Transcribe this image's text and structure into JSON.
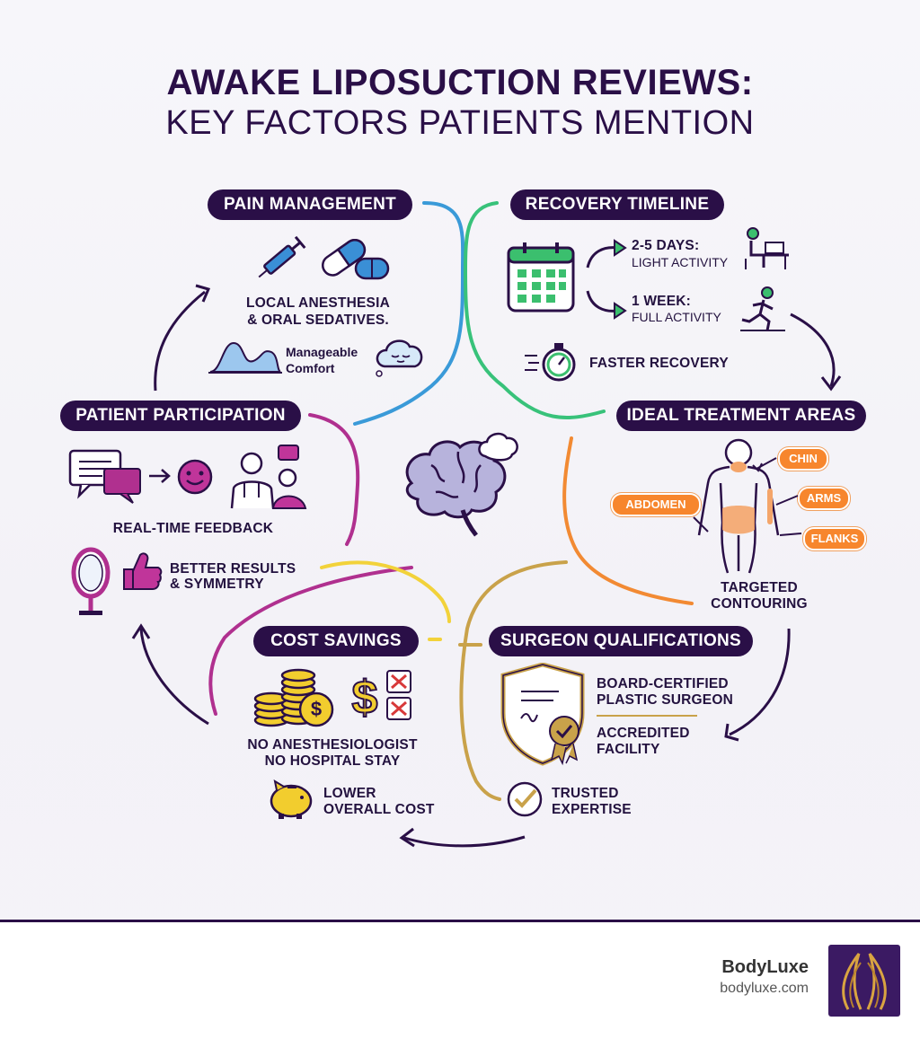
{
  "title": {
    "line1": "AWAKE LIPOSUCTION REVIEWS:",
    "line2": "KEY FACTORS PATIENTS MENTION"
  },
  "pain": {
    "header": "PAIN MANAGEMENT",
    "line1": "LOCAL ANESTHESIA",
    "line2": "& ORAL SEDATIVES.",
    "comfort1": "Manageable",
    "comfort2": "Comfort"
  },
  "recovery": {
    "header": "RECOVERY TIMELINE",
    "step1_title": "2-5 DAYS:",
    "step1_sub": "LIGHT ACTIVITY",
    "step2_title": "1 WEEK:",
    "step2_sub": "FULL ACTIVITY",
    "faster": "FASTER RECOVERY"
  },
  "participation": {
    "header": "PATIENT PARTICIPATION",
    "feedback": "REAL-TIME FEEDBACK",
    "results1": "BETTER RESULTS",
    "results2": "& SYMMETRY"
  },
  "areas": {
    "header": "IDEAL TREATMENT AREAS",
    "chin": "CHIN",
    "arms": "ARMS",
    "abdomen": "ABDOMEN",
    "flanks": "FLANKS",
    "target1": "TARGETED",
    "target2": "CONTOURING"
  },
  "cost": {
    "header": "COST SAVINGS",
    "line1": "NO ANESTHESIOLOGIST",
    "line2": "NO HOSPITAL STAY",
    "lower1": "LOWER",
    "lower2": "OVERALL COST"
  },
  "surgeon": {
    "header": "SURGEON QUALIFICATIONS",
    "board1": "BOARD-CERTIFIED",
    "board2": "PLASTIC SURGEON",
    "acc1": "ACCREDITED",
    "acc2": "FACILITY",
    "trusted1": "TRUSTED",
    "trusted2": "EXPERTISE"
  },
  "footer": {
    "brand": "BodyLuxe",
    "url": "bodyluxe.com"
  },
  "colors": {
    "navy": "#2a0f47",
    "blue": "#3a8fd6",
    "green": "#2fbf6a",
    "magenta": "#b0308f",
    "orange": "#f28a33",
    "yellow": "#f2d23a",
    "gold": "#c9a24a"
  }
}
